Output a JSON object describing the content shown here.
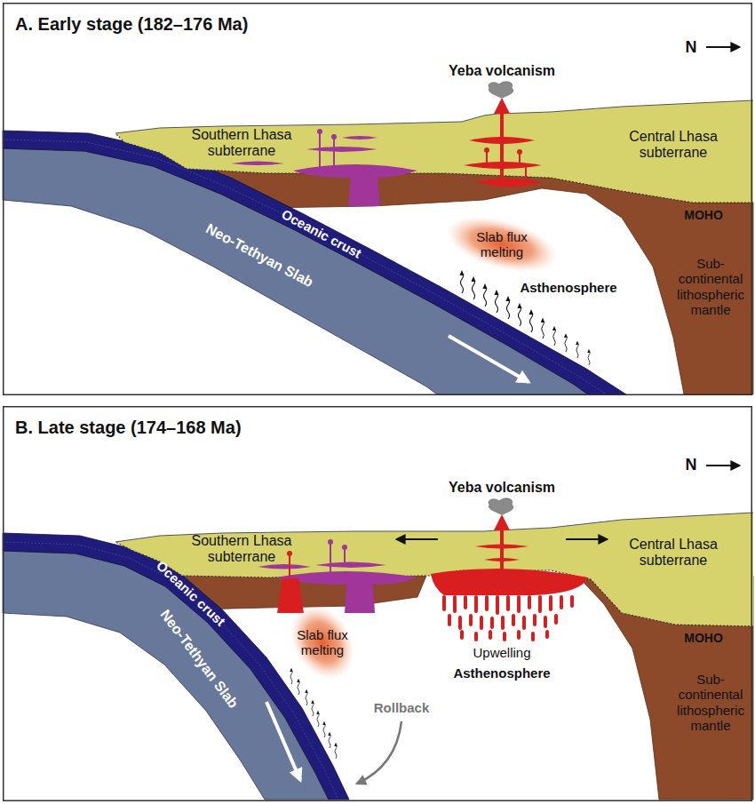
{
  "diagram": {
    "nodes": [
      {
        "text": [
          "A. Early stage (182–176 Ma)"
        ]
      },
      {
        "text": [
          "Slab flux melting"
        ],
        "in": 0
      },
      {
        "text": [
          "B. Late stage (174–168 Ma)"
        ]
      },
      {
        "text": [
          "Slab flux melting"
        ],
        "in": 2
      }
    ],
    "labels": [
      "N",
      "Yeba volcanism",
      "Southern Lhasa subterrane",
      "Central Lhasa subterrane",
      "MOHO",
      "Oceanic crust",
      "Neo-Tethyan Slab",
      "Asthenosphere",
      "Sub-continental lithospheric mantle",
      "N",
      "Yeba volcanism",
      "Southern Lhasa subterrane",
      "Central Lhasa subterrane",
      "MOHO",
      "Oceanic crust",
      "Neo-Tethyan Slab",
      "Upwelling",
      "Asthenosphere",
      "Sub-continental lithospheric mantle",
      "Rollback"
    ]
  }
}
